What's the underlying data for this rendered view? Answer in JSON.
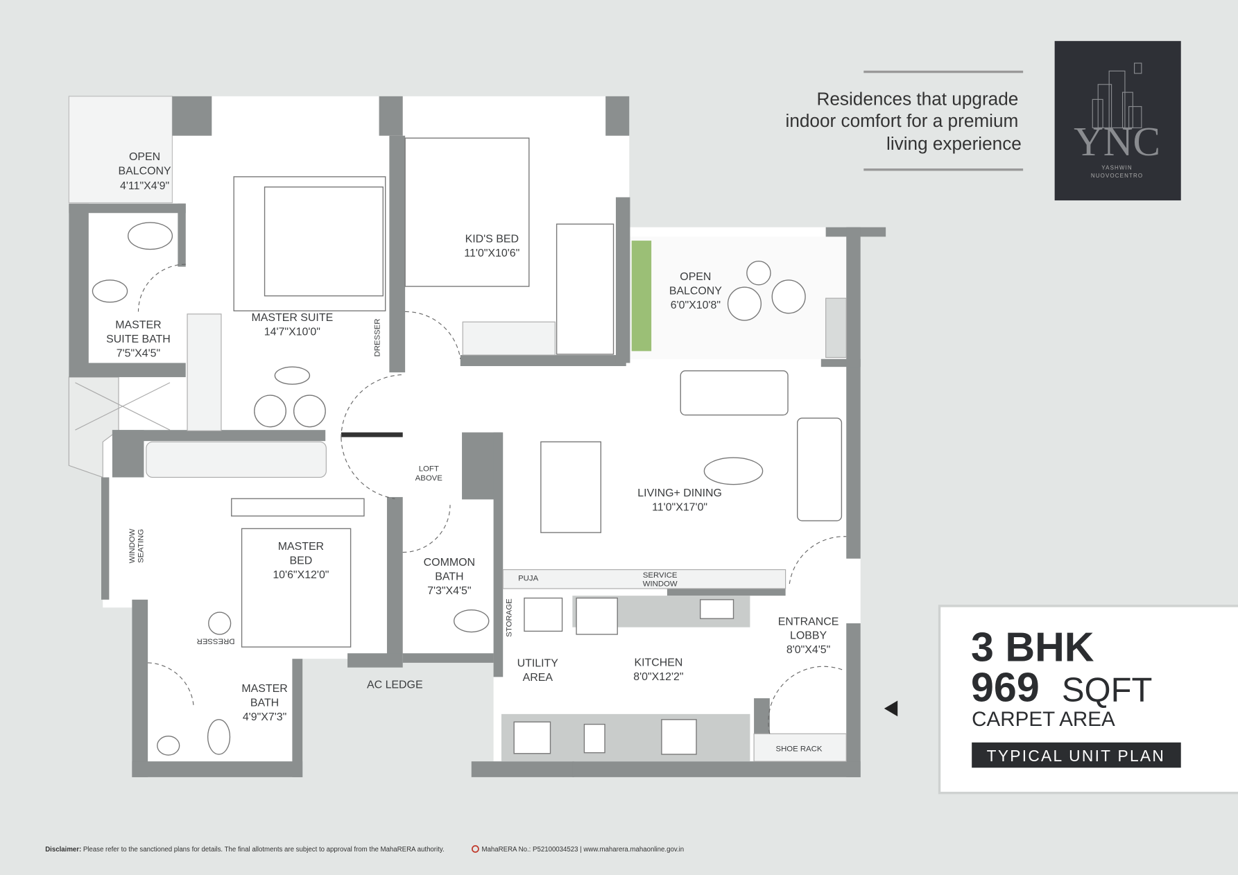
{
  "tagline": [
    "Residences that upgrade",
    "indoor comfort for a premium",
    "living experience"
  ],
  "logo": {
    "letters": "YNC",
    "line1": "YASHWIN",
    "line2": "NUOVOCENTRO",
    "bg": "#2e3036"
  },
  "unit": {
    "type": "3 BHK",
    "area_value": "969",
    "area_unit": "SQFT",
    "area_label": "CARPET AREA",
    "plan_label": "TYPICAL UNIT PLAN"
  },
  "rooms": {
    "balcony1": {
      "name1": "OPEN",
      "name2": "BALCONY",
      "dim": "4'11\"X4'9\""
    },
    "ms_bath": {
      "name1": "MASTER",
      "name2": "SUITE BATH",
      "dim": "7'5\"X4'5\""
    },
    "master_suite": {
      "name": "MASTER SUITE",
      "dim": "14'7\"X10'0\""
    },
    "kids_bed": {
      "name": "KID'S BED",
      "dim": "11'0\"X10'6\""
    },
    "balcony2": {
      "name1": "OPEN",
      "name2": "BALCONY",
      "dim": "6'0\"X10'8\""
    },
    "dresser1": "DRESSER",
    "loft": {
      "line1": "LOFT",
      "line2": "ABOVE"
    },
    "living": {
      "name": "LIVING+ DINING",
      "dim": "11'0\"X17'0\""
    },
    "window_seating": {
      "line1": "WINDOW",
      "line2": "SEATING"
    },
    "master_bed": {
      "name1": "MASTER",
      "name2": "BED",
      "dim": "10'6\"X12'0\""
    },
    "common_bath": {
      "name1": "COMMON",
      "name2": "BATH",
      "dim": "7'3\"X4'5\""
    },
    "puja": "PUJA",
    "service_window": {
      "line1": "SERVICE",
      "line2": "WINDOW"
    },
    "storage": "STORAGE",
    "utility": {
      "name1": "UTILITY",
      "name2": "AREA"
    },
    "kitchen": {
      "name": "KITCHEN",
      "dim": "8'0\"X12'2\""
    },
    "entrance": {
      "name1": "ENTRANCE",
      "name2": "LOBBY",
      "dim": "8'0\"X4'5\""
    },
    "dresser2": "DRESSER",
    "master_bath": {
      "name1": "MASTER",
      "name2": "BATH",
      "dim": "4'9\"X7'3\""
    },
    "ac_ledge": "AC LEDGE",
    "shoe_rack": "SHOE RACK"
  },
  "footer": {
    "disclaimer_label": "Disclaimer:",
    "disclaimer_text": "Please refer to the sanctioned plans for details. The final  allotments are subject to approval from the MahaRERA authority.",
    "rera": "MahaRERA No.: P52100034523 | www.maharera.mahaonline.gov.in"
  },
  "colors": {
    "background": "#e3e6e5",
    "walls": "#8b8f8f",
    "text": "#333333"
  }
}
